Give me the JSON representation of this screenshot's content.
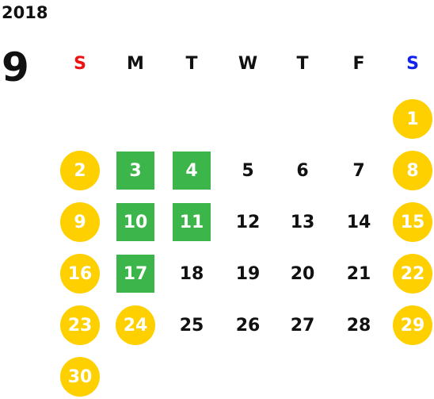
{
  "calendar": {
    "year": "2018",
    "month": "9",
    "weekdays": [
      {
        "label": "S",
        "color": "#ee1111"
      },
      {
        "label": "M",
        "color": "#111111"
      },
      {
        "label": "T",
        "color": "#111111"
      },
      {
        "label": "W",
        "color": "#111111"
      },
      {
        "label": "T",
        "color": "#111111"
      },
      {
        "label": "F",
        "color": "#111111"
      },
      {
        "label": "S",
        "color": "#1122ee"
      }
    ],
    "colors": {
      "holiday_circle": "#ffd000",
      "highlight_square": "#3cb54a",
      "text": "#111111"
    },
    "first_weekday_index": 6,
    "days": [
      {
        "day": "1",
        "style": "holiday"
      },
      {
        "day": "2",
        "style": "holiday"
      },
      {
        "day": "3",
        "style": "highlight"
      },
      {
        "day": "4",
        "style": "highlight"
      },
      {
        "day": "5",
        "style": "normal"
      },
      {
        "day": "6",
        "style": "normal"
      },
      {
        "day": "7",
        "style": "normal"
      },
      {
        "day": "8",
        "style": "holiday"
      },
      {
        "day": "9",
        "style": "holiday"
      },
      {
        "day": "10",
        "style": "highlight"
      },
      {
        "day": "11",
        "style": "highlight"
      },
      {
        "day": "12",
        "style": "normal"
      },
      {
        "day": "13",
        "style": "normal"
      },
      {
        "day": "14",
        "style": "normal"
      },
      {
        "day": "15",
        "style": "holiday"
      },
      {
        "day": "16",
        "style": "holiday"
      },
      {
        "day": "17",
        "style": "highlight"
      },
      {
        "day": "18",
        "style": "normal"
      },
      {
        "day": "19",
        "style": "normal"
      },
      {
        "day": "20",
        "style": "normal"
      },
      {
        "day": "21",
        "style": "normal"
      },
      {
        "day": "22",
        "style": "holiday"
      },
      {
        "day": "23",
        "style": "holiday"
      },
      {
        "day": "24",
        "style": "holiday"
      },
      {
        "day": "25",
        "style": "normal"
      },
      {
        "day": "26",
        "style": "normal"
      },
      {
        "day": "27",
        "style": "normal"
      },
      {
        "day": "28",
        "style": "normal"
      },
      {
        "day": "29",
        "style": "holiday"
      },
      {
        "day": "30",
        "style": "holiday"
      }
    ]
  }
}
